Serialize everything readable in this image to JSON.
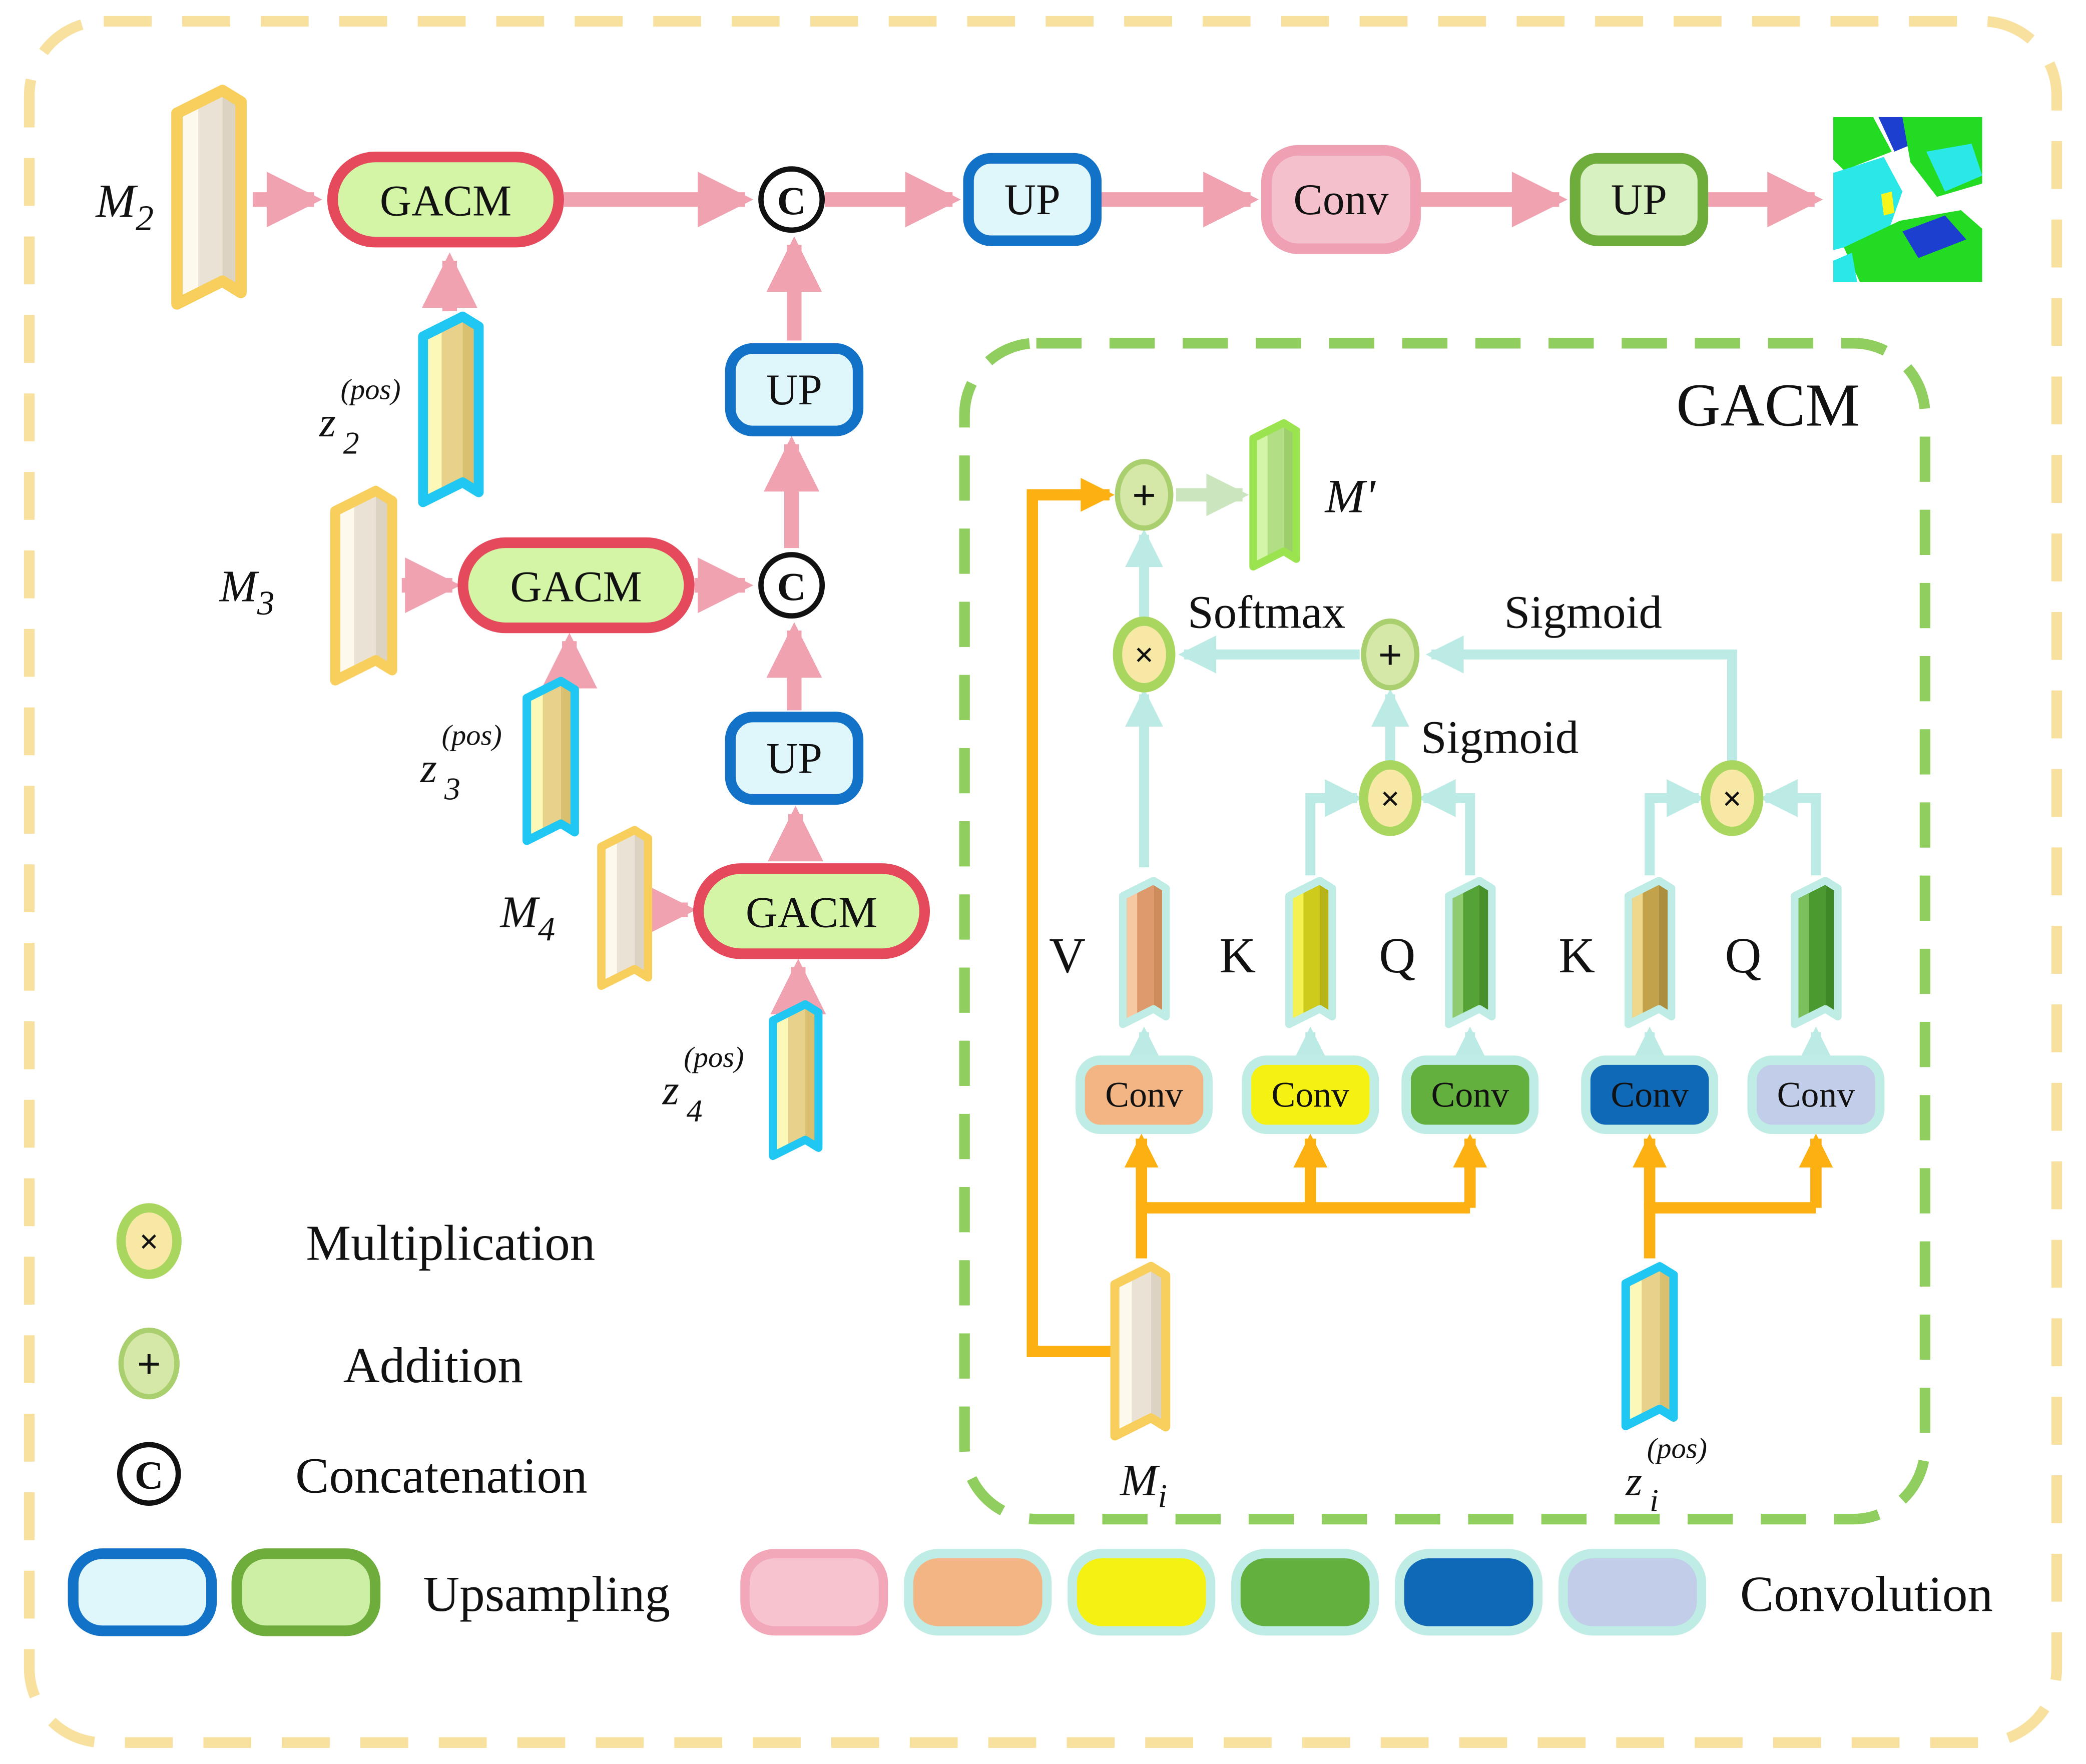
{
  "figure": {
    "kind": "neural-network architecture diagram",
    "module_title": "GACM"
  },
  "labels": {
    "gacm": "GACM",
    "up": "UP",
    "conv": "Conv",
    "concat": "C",
    "multiply": "×",
    "add": "+",
    "softmax": "Softmax",
    "sigmoid": "Sigmoid",
    "v": "V",
    "k": "K",
    "q": "Q",
    "gacm_box_title": "GACM"
  },
  "inputs": {
    "m2": {
      "base": "M",
      "sub": "2"
    },
    "m3": {
      "base": "M",
      "sub": "3"
    },
    "m4": {
      "base": "M",
      "sub": "4"
    },
    "z2": {
      "base": "z",
      "sub": "2",
      "sup": "(pos)"
    },
    "z3": {
      "base": "z",
      "sub": "3",
      "sup": "(pos)"
    },
    "z4": {
      "base": "z",
      "sub": "4",
      "sup": "(pos)"
    },
    "mi": {
      "base": "M",
      "sub": "i"
    },
    "zi": {
      "base": "z",
      "sub": "i",
      "sup": "(pos)"
    },
    "m_prime": {
      "base": "M",
      "mark": "'"
    }
  },
  "legend": {
    "multiplication": "Multiplication",
    "addition": "Addition",
    "concatenation": "Concatenation",
    "upsampling": "Upsampling",
    "convolution": "Convolution"
  },
  "colors": {
    "outer_dashed_border": "#F8E09E",
    "gacm_detail_dashed_border": "#8FCE5F",
    "pink_arrow": "#F0A2B1",
    "cyan_arrow": "#BCEAE4",
    "orange_arrow": "#FCB011",
    "pale_green_arrow": "#CBE5BE",
    "gacm_pill_fill": "#D3F5A5",
    "gacm_pill_border": "#E44A5C",
    "up_blue_fill": "#DFF6FA",
    "up_blue_border": "#1272C8",
    "up_green_fill": "#D7F1C0",
    "up_green_border": "#6EAC3C",
    "conv_pink_fill": "#F4C0CB",
    "conv_pink_border": "#EFA0B2",
    "multiply_node_fill": "#F8E8A6",
    "multiply_node_border": "#A8D65E",
    "add_node_fill": "#D6E8A8",
    "add_node_border": "#A9CF6E",
    "m_slab_border": "#F8CE5C",
    "z_slab_border": "#1FC7F2",
    "m_prime_slab_border": "#9BE34F",
    "qkv_slab_border": "#BFECE5",
    "conv_variant_fills": [
      "#F3B583",
      "#F5F213",
      "#64B03E",
      "#1069B6",
      "#C1CDE9"
    ],
    "v_slab_fill": "#DE9A6D",
    "k1_slab_fill": "#CFCB1D",
    "q1_slab_fill": "#55A337",
    "k2_slab_fill": "#C2A24A",
    "q2_slab_fill": "#4A9A2F",
    "segmentation_map_colors": [
      "#24DB24",
      "#2BE8E8",
      "#1D3FD0",
      "#FFFFFF",
      "#F6F61A"
    ]
  }
}
